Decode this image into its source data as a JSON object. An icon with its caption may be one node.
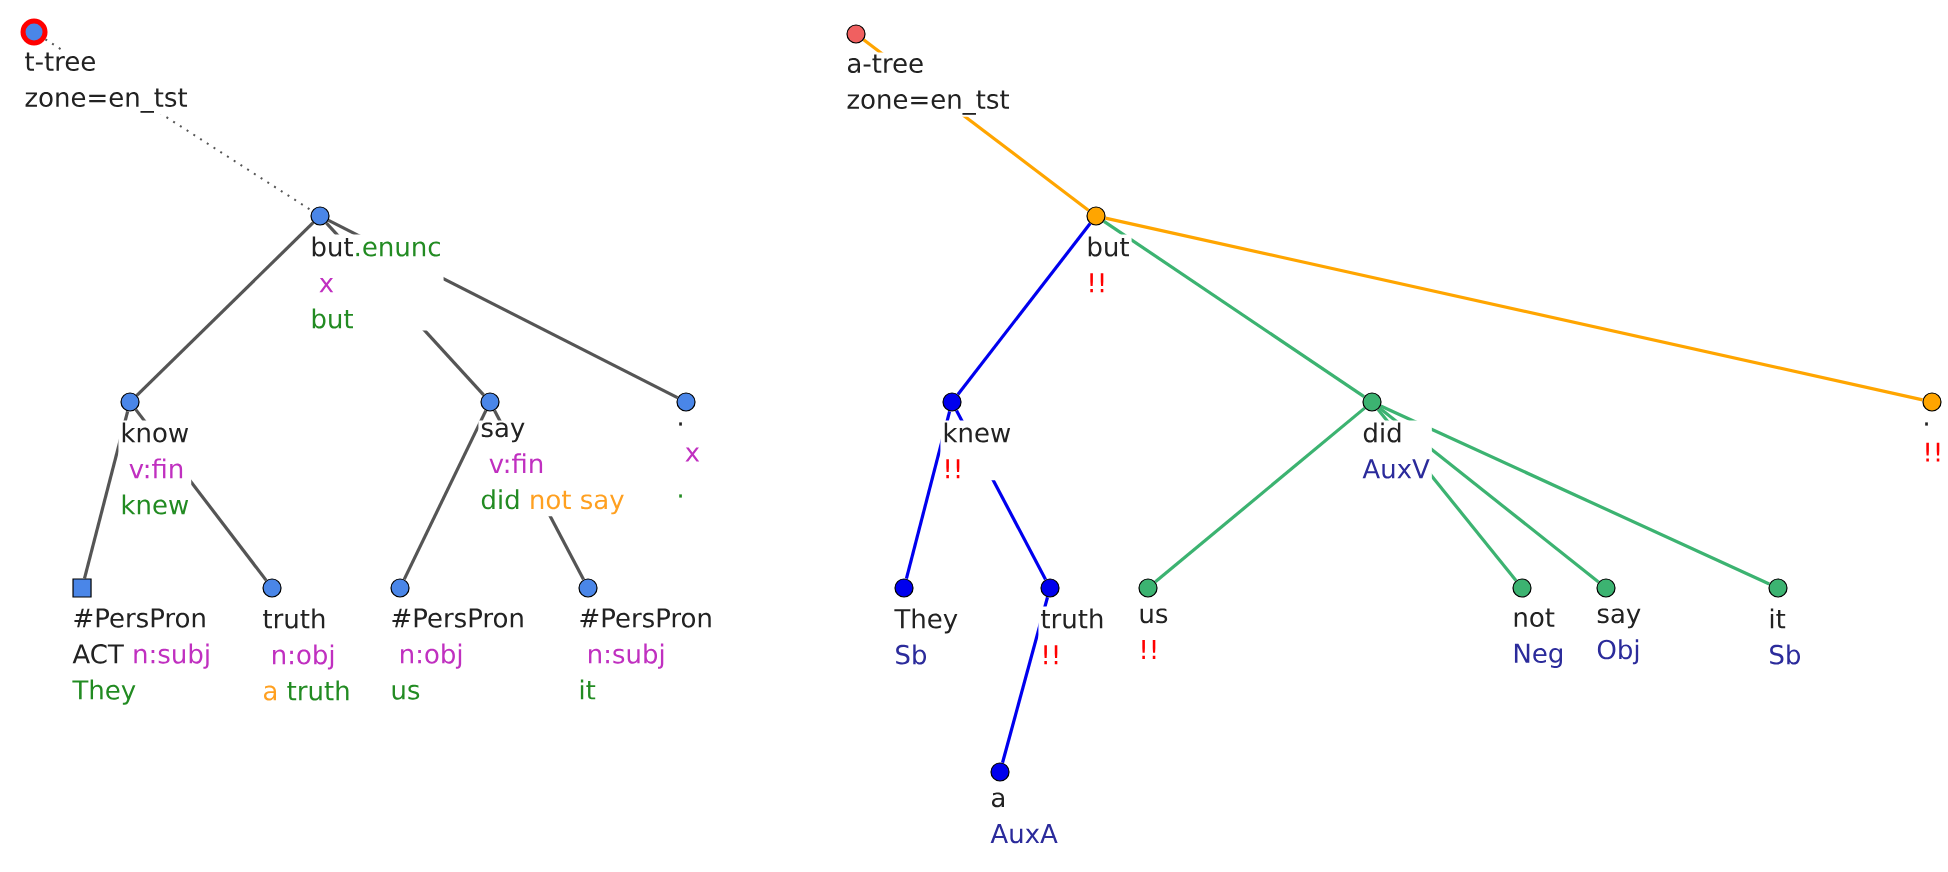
{
  "diagram": {
    "nodes": [
      {
        "text": [
          "t-tree",
          "zone=en_tst"
        ]
      },
      {
        "text": [
          "but",
          ".enunc",
          "x",
          "but"
        ]
      },
      {
        "text": [
          "know",
          "v:fin",
          "knew"
        ]
      },
      {
        "text": [
          "say",
          "v:fin",
          "did",
          "not say"
        ]
      },
      {
        "text": [
          ".",
          "x",
          "."
        ]
      },
      {
        "text": [
          "#PersPron",
          "ACT",
          "n:subj",
          "They"
        ]
      },
      {
        "text": [
          "truth",
          "n:obj",
          "a",
          "truth"
        ]
      },
      {
        "text": [
          "#PersPron",
          "n:obj",
          "us"
        ]
      },
      {
        "text": [
          "#PersPron",
          "n:subj",
          "it"
        ]
      },
      {
        "text": [
          "a-tree",
          "zone=en_tst"
        ]
      },
      {
        "text": [
          "but",
          "!!"
        ]
      },
      {
        "text": [
          "knew",
          "!!"
        ]
      },
      {
        "text": [
          "did",
          "AuxV"
        ]
      },
      {
        "text": [
          ".",
          "!!"
        ]
      },
      {
        "text": [
          "They",
          "Sb"
        ]
      },
      {
        "text": [
          "truth",
          "!!"
        ]
      },
      {
        "text": [
          "us",
          "!!"
        ]
      },
      {
        "text": [
          "not",
          "Neg"
        ]
      },
      {
        "text": [
          "say",
          "Obj"
        ]
      },
      {
        "text": [
          "it",
          "Sb"
        ]
      },
      {
        "text": [
          "a",
          "AuxA"
        ]
      }
    ],
    "edges": [
      {
        "from": 0,
        "to": 1,
        "arrow": "none",
        "style": "dashed"
      },
      {
        "from": 1,
        "to": 2,
        "arrow": "none"
      },
      {
        "from": 1,
        "to": 3,
        "arrow": "none"
      },
      {
        "from": 1,
        "to": 4,
        "arrow": "none"
      },
      {
        "from": 2,
        "to": 5,
        "arrow": "none"
      },
      {
        "from": 2,
        "to": 6,
        "arrow": "none"
      },
      {
        "from": 3,
        "to": 7,
        "arrow": "none"
      },
      {
        "from": 3,
        "to": 8,
        "arrow": "none"
      },
      {
        "from": 9,
        "to": 10,
        "arrow": "none",
        "color": "#ffa500"
      },
      {
        "from": 10,
        "to": 13,
        "arrow": "none",
        "color": "#ffa500"
      },
      {
        "from": 10,
        "to": 11,
        "arrow": "none",
        "color": "#0000ee"
      },
      {
        "from": 10,
        "to": 12,
        "arrow": "none",
        "color": "#3cb371"
      },
      {
        "from": 11,
        "to": 14,
        "arrow": "none",
        "color": "#0000ee"
      },
      {
        "from": 11,
        "to": 15,
        "arrow": "none",
        "color": "#0000ee"
      },
      {
        "from": 15,
        "to": 20,
        "arrow": "none",
        "color": "#0000ee"
      },
      {
        "from": 12,
        "to": 16,
        "arrow": "none",
        "color": "#3cb371"
      },
      {
        "from": 12,
        "to": 17,
        "arrow": "none",
        "color": "#3cb371"
      },
      {
        "from": 12,
        "to": 18,
        "arrow": "none",
        "color": "#3cb371"
      },
      {
        "from": 12,
        "to": 19,
        "arrow": "none",
        "color": "#3cb371"
      }
    ]
  }
}
